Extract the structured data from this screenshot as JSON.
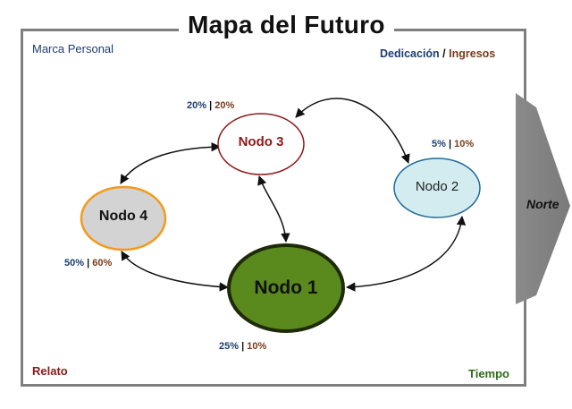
{
  "title": "Mapa del Futuro",
  "corners": {
    "top_left": "Marca Personal",
    "top_right_a": "Dedicación",
    "top_right_sep": "/",
    "top_right_b": "Ingresos",
    "bottom_left": "Relato",
    "bottom_right": "Tiempo"
  },
  "direction": "Norte",
  "nodes": {
    "n1": {
      "label": "Nodo 1",
      "a": "25%",
      "sep": "|",
      "b": "10%",
      "fill": "#5a8a1e",
      "stroke": "#1e2a08"
    },
    "n2": {
      "label": "Nodo 2",
      "a": "5%",
      "sep": "|",
      "b": "10%",
      "fill": "#d3ecef",
      "stroke": "#1f6a9a"
    },
    "n3": {
      "label": "Nodo 3",
      "a": "20%",
      "sep": "|",
      "b": "20%",
      "fill": "#ffffff",
      "stroke": "#8b1a1a"
    },
    "n4": {
      "label": "Nodo 4",
      "a": "50%",
      "sep": "|",
      "b": "60%",
      "fill": "#d3d3d3",
      "stroke": "#f39a1c"
    }
  },
  "colors": {
    "navy": "#1f3c73",
    "brown": "#7a3b1c",
    "relato": "#8b1a1a",
    "tiempo": "#2e6b1c",
    "arrow": "#7f7f7f"
  }
}
